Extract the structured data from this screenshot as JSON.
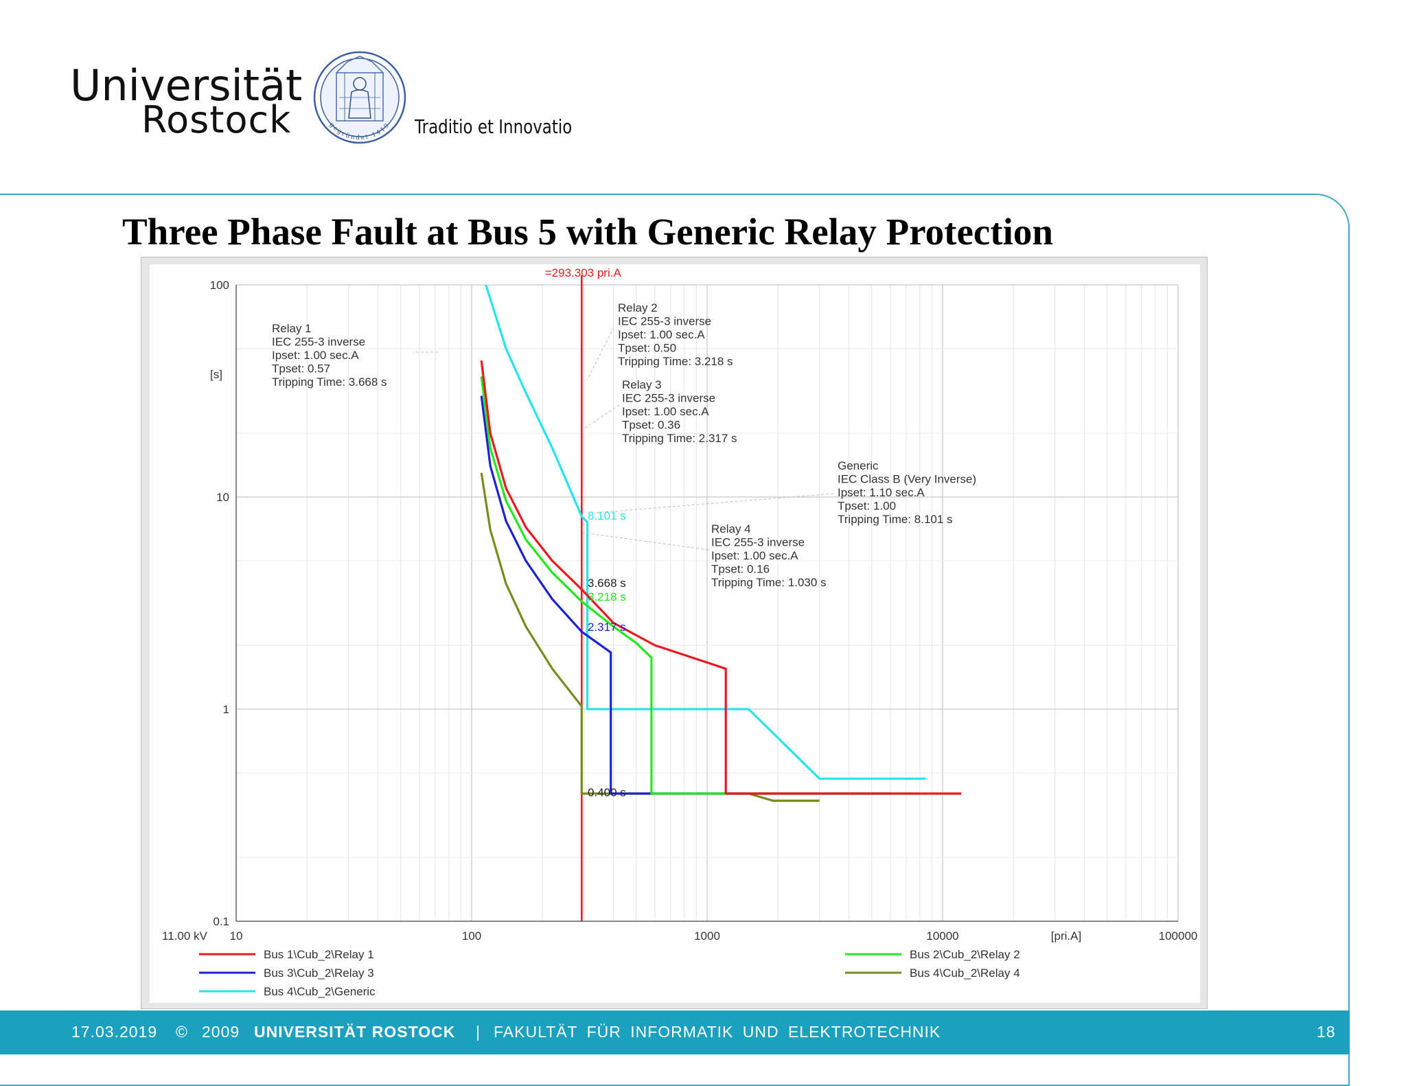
{
  "header": {
    "logo_line1": "Universität",
    "logo_line2": "Rostock",
    "seal_text": "gegründet 1419",
    "motto": "Traditio et Innovatio"
  },
  "slide": {
    "title": "Three Phase Fault at Bus 5 with Generic Relay Protection"
  },
  "chart_data": {
    "type": "line",
    "x_scale": "log",
    "y_scale": "log",
    "xlim": [
      10,
      100000
    ],
    "ylim": [
      0.1,
      100
    ],
    "x_ticks": [
      "10",
      "100",
      "1000",
      "10000",
      "100000"
    ],
    "y_ticks": [
      "0.1",
      "1",
      "10",
      "100"
    ],
    "xlabel": "[pri.A]",
    "ylabel": "[s]",
    "voltage_label": "11.00 kV",
    "fault_current_label": "=293.303 pri.A",
    "fault_current": 293.3,
    "grid": true,
    "legend_placement": "bottom",
    "series": [
      {
        "name": "Bus 1\\Cub_2\\Relay 1",
        "color": "#e8191f",
        "points": [
          [
            110,
            44
          ],
          [
            120,
            20
          ],
          [
            140,
            11
          ],
          [
            170,
            7.2
          ],
          [
            220,
            5
          ],
          [
            293.3,
            3.668
          ],
          [
            400,
            2.55
          ],
          [
            600,
            2.0
          ],
          [
            800,
            1.8
          ],
          [
            1200,
            1.55
          ],
          [
            1200,
            0.4
          ],
          [
            10000,
            0.4
          ],
          [
            12000,
            0.4
          ]
        ]
      },
      {
        "name": "Bus 2\\Cub_2\\Relay 2",
        "color": "#22e81c",
        "points": [
          [
            110,
            37
          ],
          [
            120,
            17
          ],
          [
            140,
            9.6
          ],
          [
            170,
            6.3
          ],
          [
            220,
            4.4
          ],
          [
            293.3,
            3.218
          ],
          [
            400,
            2.45
          ],
          [
            500,
            2.05
          ],
          [
            580,
            1.75
          ],
          [
            580,
            0.4
          ],
          [
            6500,
            0.4
          ],
          [
            8000,
            0.4
          ]
        ]
      },
      {
        "name": "Bus 3\\Cub_2\\Relay 3",
        "color": "#1c22d0",
        "points": [
          [
            110,
            30
          ],
          [
            120,
            14
          ],
          [
            140,
            7.7
          ],
          [
            170,
            5.0
          ],
          [
            220,
            3.3
          ],
          [
            293.3,
            2.317
          ],
          [
            390,
            1.85
          ],
          [
            390,
            0.4
          ],
          [
            3500,
            0.4
          ],
          [
            6000,
            0.4
          ]
        ]
      },
      {
        "name": "Bus 4\\Cub_2\\Relay 4",
        "color": "#7a8a1c",
        "points": [
          [
            110,
            13
          ],
          [
            120,
            7
          ],
          [
            140,
            3.9
          ],
          [
            170,
            2.45
          ],
          [
            220,
            1.55
          ],
          [
            293.3,
            1.03
          ],
          [
            293.3,
            0.4
          ],
          [
            1500,
            0.4
          ],
          [
            1900,
            0.37
          ],
          [
            3000,
            0.37
          ]
        ]
      },
      {
        "name": "Bus 4\\Cub_2\\Generic",
        "color": "#24e4ec",
        "points": [
          [
            115,
            100
          ],
          [
            140,
            50
          ],
          [
            170,
            31
          ],
          [
            220,
            17
          ],
          [
            293.3,
            8.101
          ],
          [
            310,
            7.6
          ],
          [
            310,
            1.0
          ],
          [
            1500,
            1.0
          ],
          [
            3000,
            0.47
          ],
          [
            8500,
            0.47
          ]
        ]
      }
    ],
    "annotations": [
      {
        "lines": [
          "Relay 1",
          "IEC 255-3 inverse",
          "Ipset: 1.00 sec.A",
          "Tpset: 0.57",
          "Tripping Time: 3.668 s"
        ]
      },
      {
        "lines": [
          "Relay 2",
          "IEC 255-3 inverse",
          "Ipset: 1.00 sec.A",
          "Tpset: 0.50",
          "Tripping Time: 3.218 s"
        ]
      },
      {
        "lines": [
          "Relay 3",
          "IEC 255-3 inverse",
          "Ipset: 1.00 sec.A",
          "Tpset: 0.36",
          "Tripping Time: 2.317 s"
        ]
      },
      {
        "lines": [
          "Generic",
          "IEC Class B (Very Inverse)",
          "Ipset: 1.10 sec.A",
          "Tpset: 1.00",
          "Tripping Time: 8.101 s"
        ]
      },
      {
        "lines": [
          "Relay 4",
          "IEC 255-3 inverse",
          "Ipset: 1.00 sec.A",
          "Tpset: 0.16",
          "Tripping Time: 1.030 s"
        ]
      }
    ],
    "point_labels": [
      {
        "text": "8.101 s",
        "color": "#24e4ec"
      },
      {
        "text": "3.668 s",
        "color": "#222222"
      },
      {
        "text": "3.218 s",
        "color": "#22e81c"
      },
      {
        "text": "2.317 s",
        "color": "#1c22d0"
      },
      {
        "text": "0.400 s",
        "color": "#222222"
      }
    ]
  },
  "footer": {
    "date": "17.03.2019",
    "copyright": "©",
    "year": "2009",
    "university": "UNIVERSITÄT ROSTOCK",
    "separator": "|",
    "faculty": "FAKULTÄT FÜR INFORMATIK UND ELEKTROTECHNIK",
    "page_number": "18"
  }
}
